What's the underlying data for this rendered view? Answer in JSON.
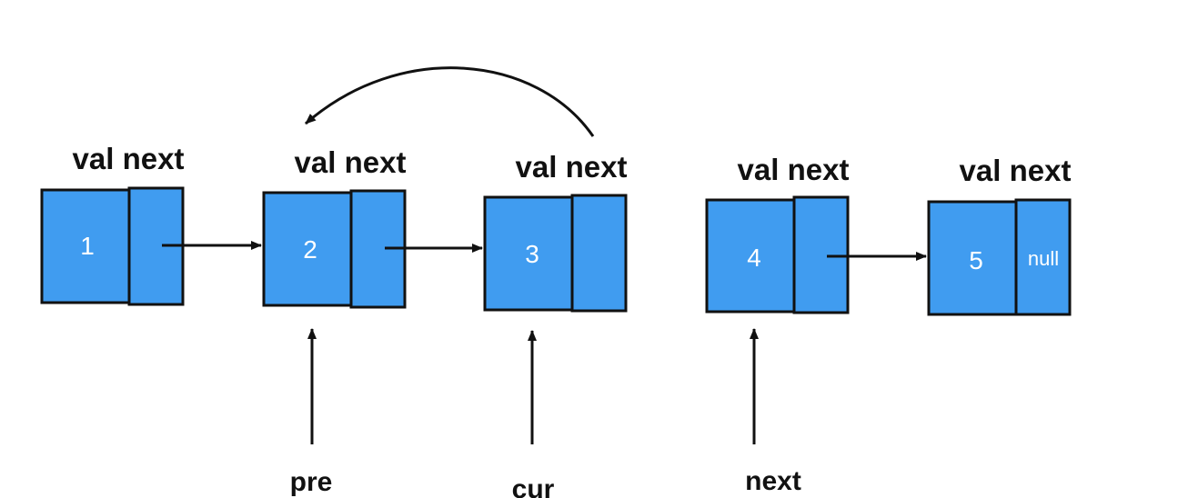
{
  "nodes": [
    {
      "header": "val next",
      "value": "1",
      "next_label": ""
    },
    {
      "header": "val next",
      "value": "2",
      "next_label": ""
    },
    {
      "header": "val next",
      "value": "3",
      "next_label": ""
    },
    {
      "header": "val next",
      "value": "4",
      "next_label": ""
    },
    {
      "header": "val next",
      "value": "5",
      "next_label": "null"
    }
  ],
  "pointers": [
    {
      "label": "pre",
      "target_node": 2
    },
    {
      "label": "cur",
      "target_node": 3
    },
    {
      "label": "next",
      "target_node": 4
    }
  ],
  "links": [
    {
      "from": 1,
      "to": 2
    },
    {
      "from": 2,
      "to": 3
    },
    {
      "from": 4,
      "to": 5
    }
  ],
  "reversed_link": {
    "from": 3,
    "to": 2
  },
  "colors": {
    "node_fill": "#409cf0",
    "stroke": "#111111"
  }
}
